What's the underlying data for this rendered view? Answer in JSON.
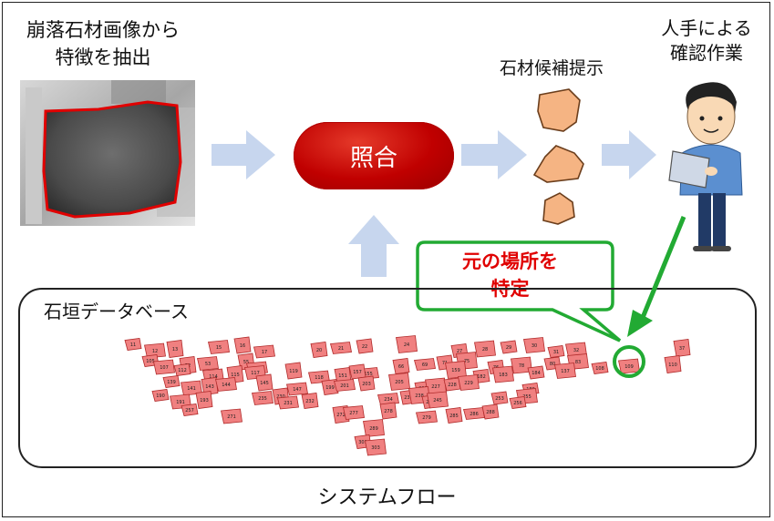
{
  "extract": {
    "line1": "崩落石材画像から",
    "line2": "特徴を抽出"
  },
  "match": {
    "label": "照合"
  },
  "candidates": {
    "title": "石材候補提示"
  },
  "human": {
    "line1": "人手による",
    "line2": "確認作業"
  },
  "callout": {
    "line1": "元の場所を",
    "line2": "特定"
  },
  "database": {
    "title": "石垣データベース"
  },
  "footer": {
    "label": "システムフロー"
  },
  "stone_numbers": [
    "11",
    "12",
    "13",
    "15",
    "16",
    "17",
    "20",
    "21",
    "22",
    "24",
    "27",
    "28",
    "29",
    "30",
    "31",
    "32",
    "37",
    "105",
    "107",
    "52",
    "53",
    "55",
    "65",
    "66",
    "69",
    "71",
    "75",
    "76",
    "78",
    "80",
    "83",
    "108",
    "109",
    "110",
    "112",
    "114",
    "115",
    "117",
    "119",
    "118",
    "151",
    "155",
    "157",
    "159",
    "182",
    "183",
    "184",
    "137",
    "139",
    "141",
    "143",
    "144",
    "145",
    "147",
    "199",
    "201",
    "203",
    "205",
    "208",
    "227",
    "228",
    "229",
    "189",
    "190",
    "191",
    "193",
    "235",
    "230",
    "231",
    "232",
    "234",
    "236",
    "238",
    "239",
    "245",
    "253",
    "255",
    "256",
    "257",
    "271",
    "272",
    "277",
    "278",
    "279",
    "285",
    "286",
    "288",
    "289",
    "301",
    "303"
  ],
  "colors": {
    "accent_red": "#c00000",
    "callout_green": "#22aa33",
    "stone_fill": "#f08080",
    "arrow_blue": "#c7d6ee"
  }
}
